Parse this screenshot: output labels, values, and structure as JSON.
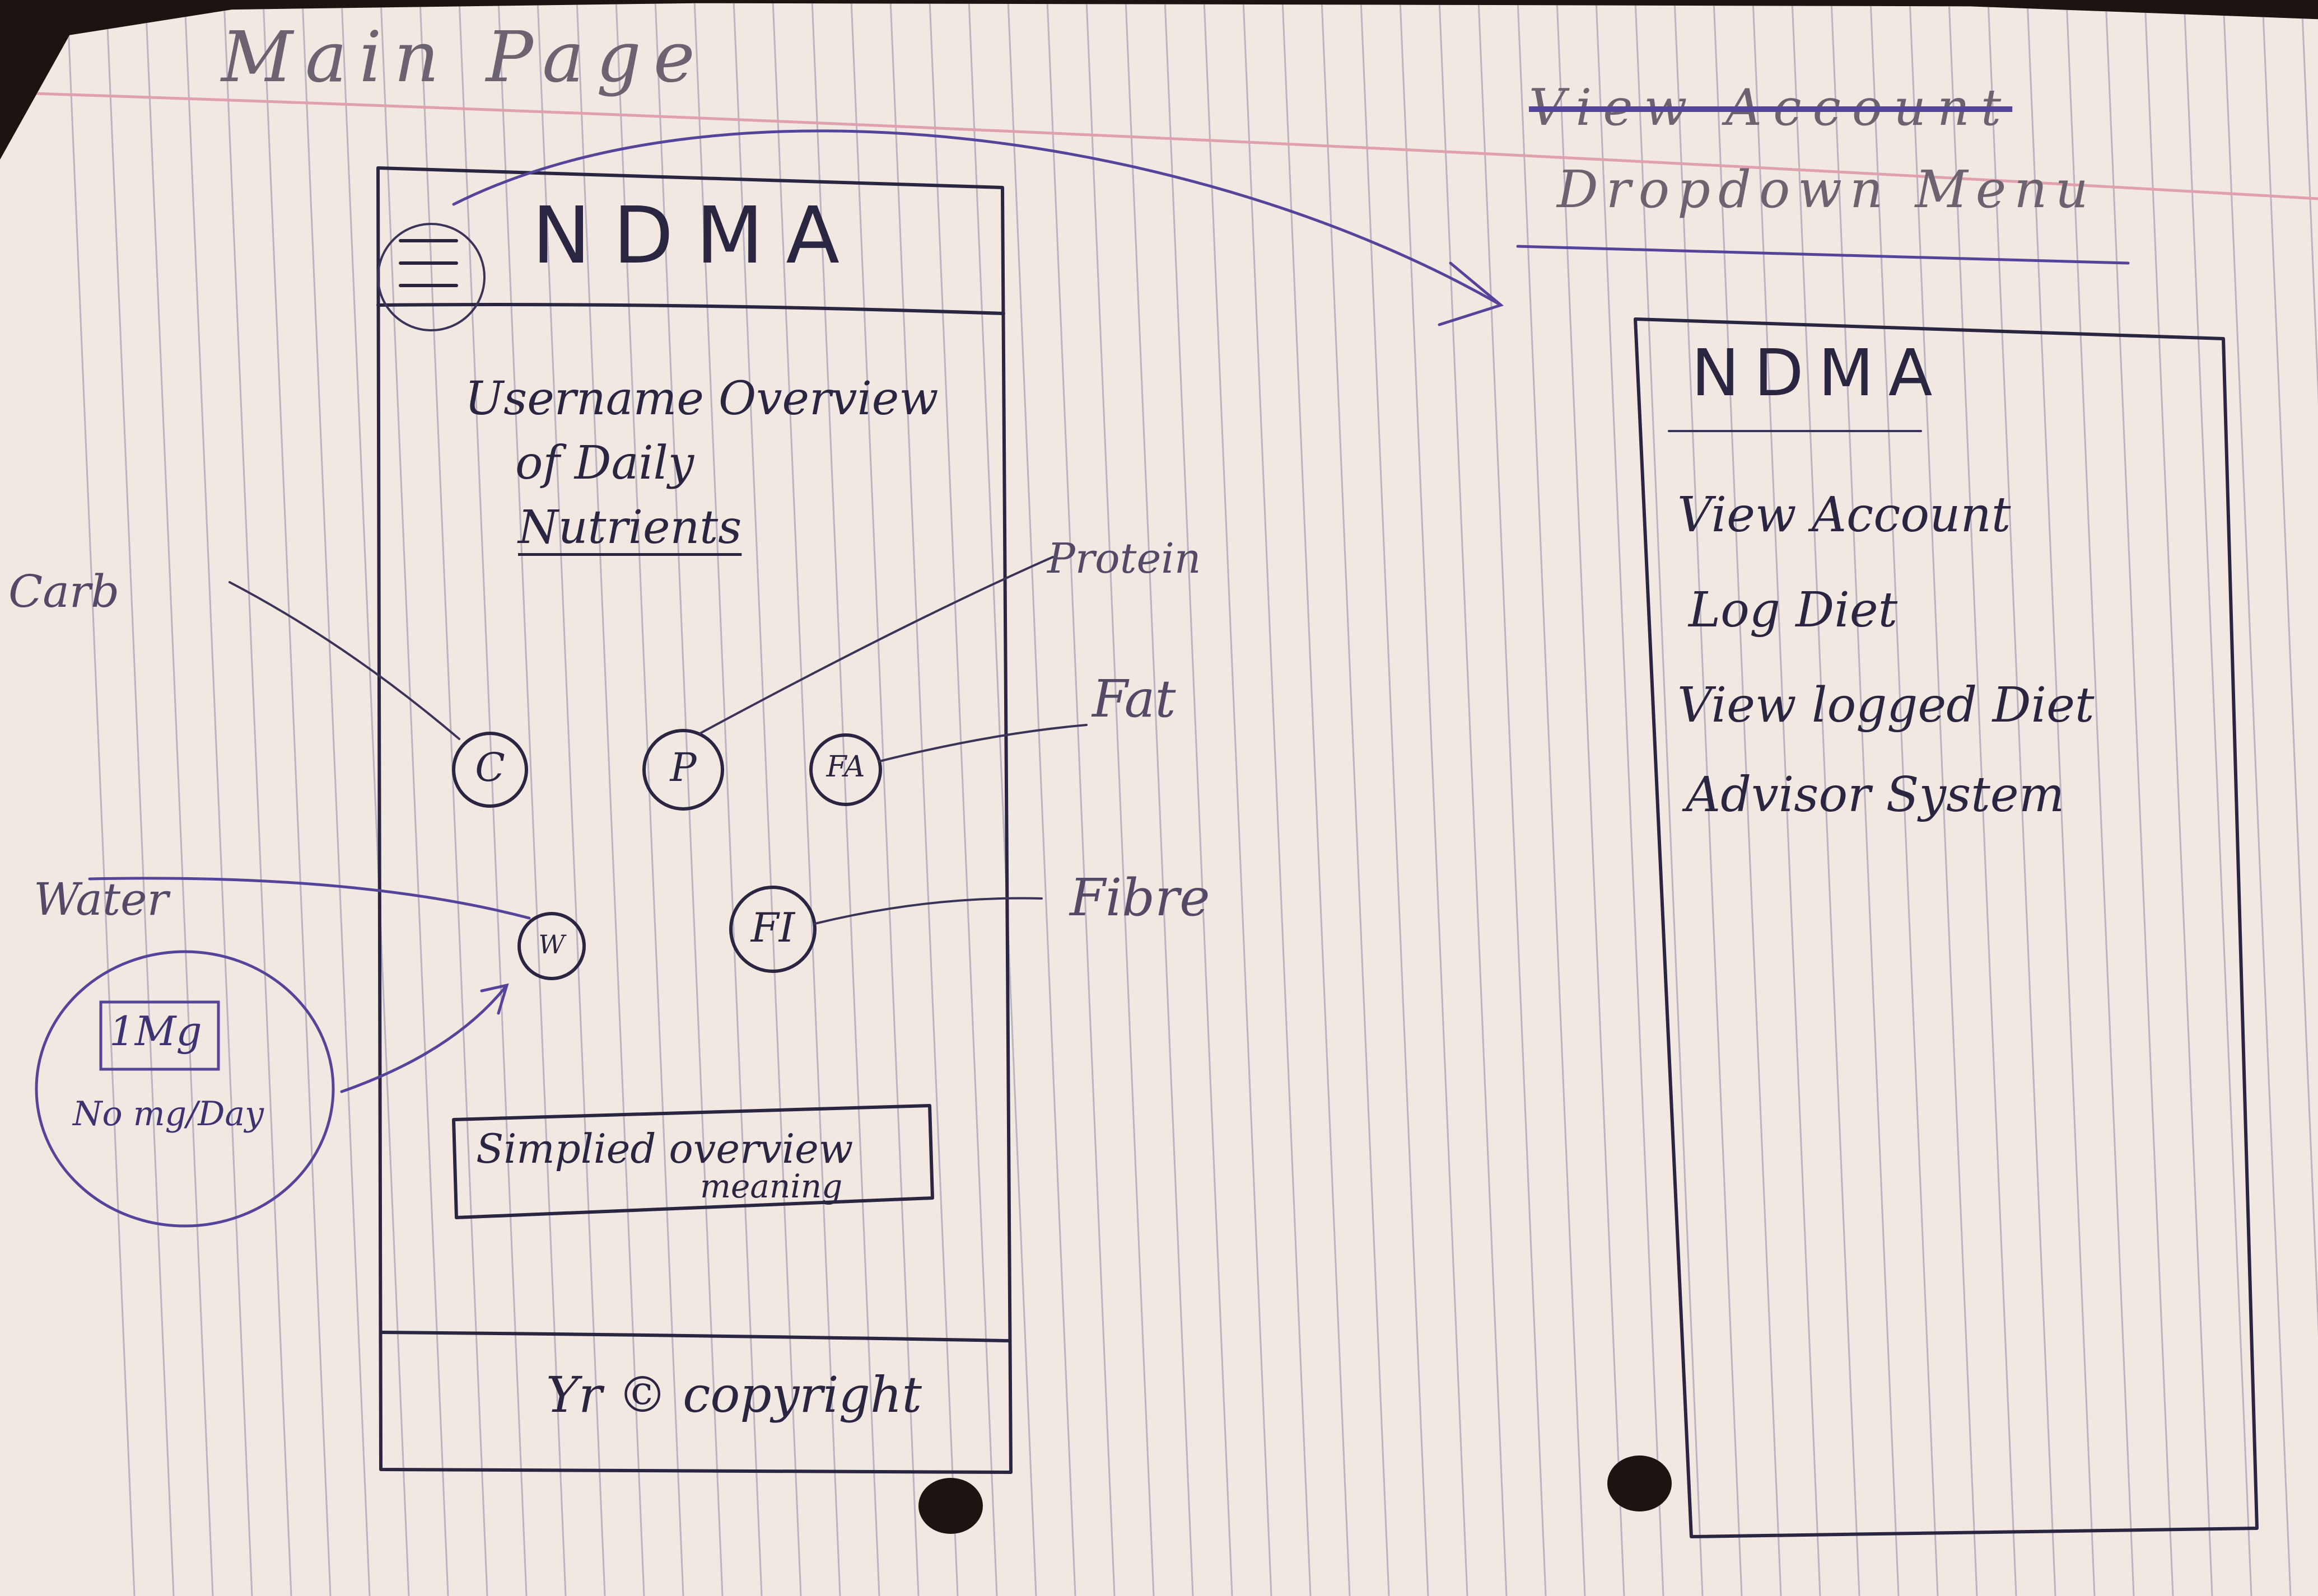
{
  "page_title": "Main Page",
  "header": {
    "logo": "NDMA"
  },
  "main": {
    "title_line1": "Username Overview",
    "title_line2": "of Daily",
    "title_line3": "Nutrients"
  },
  "nutrients": [
    {
      "key": "C",
      "label": "Carb"
    },
    {
      "key": "P",
      "label": "Protein"
    },
    {
      "key": "FA",
      "label": "Fat"
    },
    {
      "key": "W",
      "label": "Water"
    },
    {
      "key": "FI",
      "label": "Fibre"
    }
  ],
  "popup": {
    "value": "1Mg",
    "subtext": "No mg/Day"
  },
  "summary_box": {
    "line1": "Simplied overview",
    "line2": "meaning"
  },
  "footer": {
    "text": "Yr © copyright"
  },
  "dropdown_section": {
    "struck_title": "View Account",
    "title": "Dropdown Menu",
    "logo": "NDMA",
    "items": [
      "View Account",
      "Log Diet",
      "View logged Diet",
      "Advisor System"
    ]
  },
  "colors": {
    "paper": "#f1e8e2",
    "ink": "#2a2540",
    "purple_ink": "#55459a",
    "rule_line": "#8e8aa8",
    "margin_line": "#e0a0ae"
  }
}
